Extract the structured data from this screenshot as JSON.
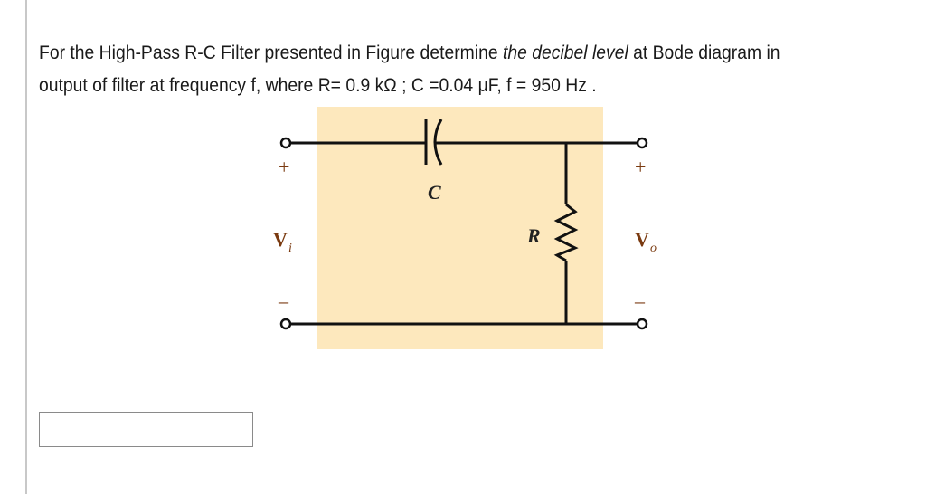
{
  "question": {
    "line1_pre": "For the High-Pass R-C Filter presented in Figure determine ",
    "line1_em": "the decibel level",
    "line1_post": " at Bode diagram in",
    "line2": "output of filter at frequency f, where R= 0.9 kΩ ; C =0.04 μF, f = 950 Hz ."
  },
  "figure": {
    "background_color": "#fde8bd",
    "wire_color": "#111111",
    "label_color": "#7a3a10",
    "capacitor_label": "C",
    "resistor_label": "R",
    "input_label": "V",
    "input_sub": "i",
    "output_label": "V",
    "output_sub": "o",
    "plus": "+",
    "minus": "–"
  },
  "answer": {
    "value": ""
  }
}
